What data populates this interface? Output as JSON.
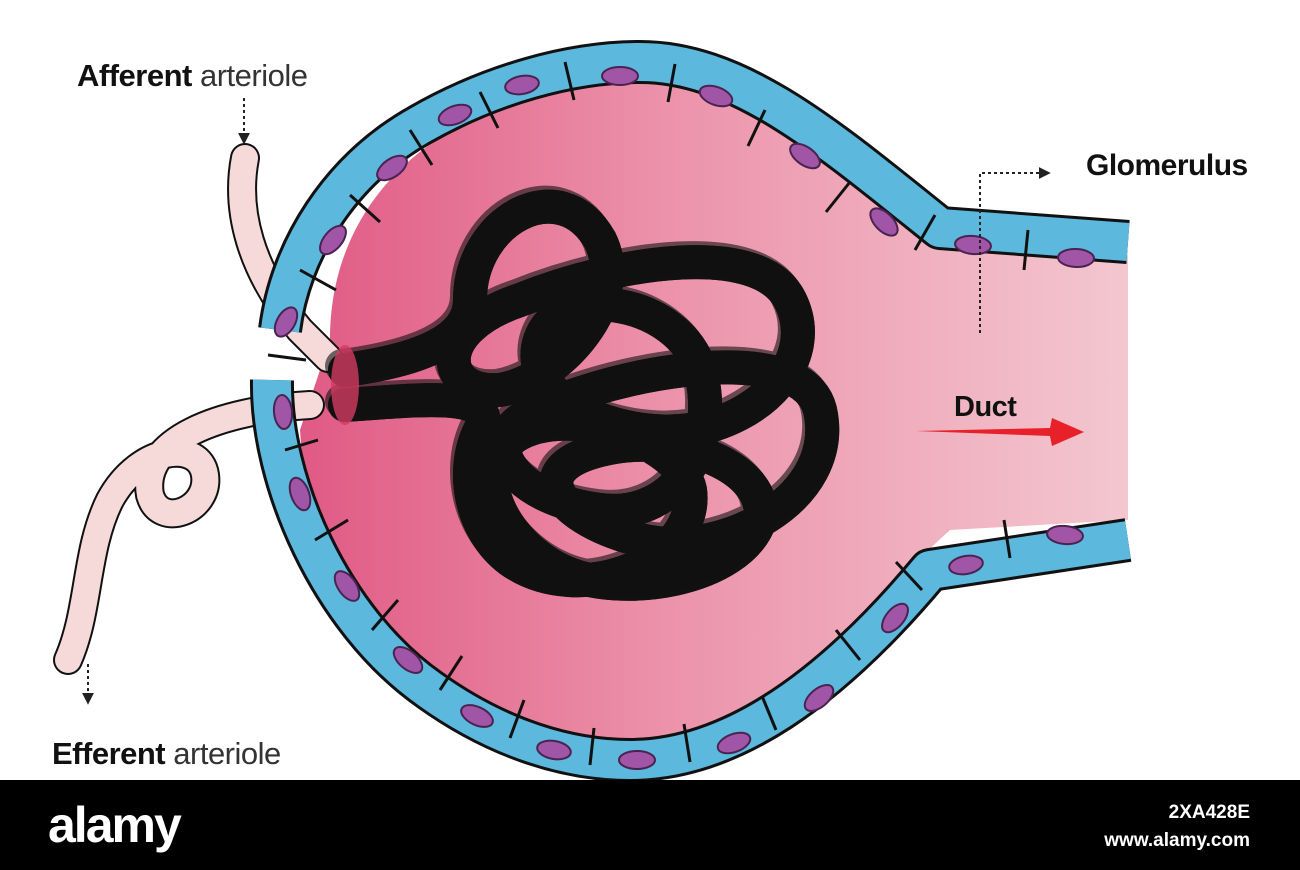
{
  "labels": {
    "afferent_bold": "Afferent",
    "afferent_rest": "arteriole",
    "efferent_bold": "Efferent",
    "efferent_rest": "arteriole",
    "glomerulus": "Glomerulus",
    "duct": "Duct"
  },
  "footer": {
    "brand": "alamy",
    "image_id": "2XA428E",
    "site": "www.alamy.com"
  },
  "colors": {
    "capsule_fill_dark": "#e05a85",
    "capsule_fill_light": "#f2c4cc",
    "cell_blue": "#5cb8dd",
    "cell_nucleus": "#a055a6",
    "vessel_fill": "#f7dede",
    "duct_arrow": "#e8202a"
  }
}
